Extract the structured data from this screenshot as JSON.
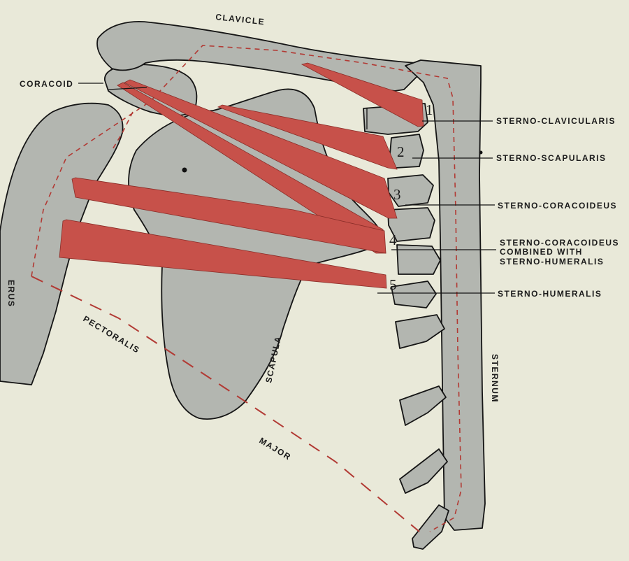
{
  "labels": {
    "clavicle": "CLAVICLE",
    "coracoid": "CORACOID",
    "humerus_partial": "ERUS",
    "pectoralis": "PECTORALIS",
    "major": "MAJOR",
    "scapula": "SCAPULA",
    "sternum": "STERNUM"
  },
  "muscles": [
    {
      "number": "1",
      "name": "STERNO-CLAVICULARIS"
    },
    {
      "number": "2",
      "name": "STERNO-SCAPULARIS"
    },
    {
      "number": "3",
      "name": "STERNO-CORACOIDEUS"
    },
    {
      "number": "4",
      "name_lines": [
        "STERNO-CORACOIDEUS",
        "COMBINED WITH",
        "STERNO-HUMERALIS"
      ]
    },
    {
      "number": "5",
      "name": "STERNO-HUMERALIS"
    }
  ],
  "colors": {
    "background": "#e9e9d9",
    "bone": "#b3b6b0",
    "muscle": "#c7514a",
    "outline": "#151515",
    "dashed_outline": "#b23a34"
  }
}
